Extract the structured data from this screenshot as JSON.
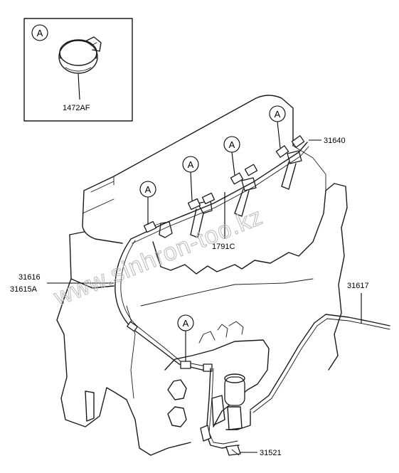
{
  "ref_marker": "A",
  "watermark": "www.sinhron-too.kz",
  "parts": {
    "p1472AF": "1472AF",
    "p31640": "31640",
    "p1791C": "1791C",
    "p31616": "31616",
    "p31615A": "31615A",
    "p31617": "31617",
    "p31521": "31521"
  },
  "colors": {
    "line": "#1a1a1a",
    "watermark": "#b9b9b9",
    "background": "#ffffff"
  }
}
